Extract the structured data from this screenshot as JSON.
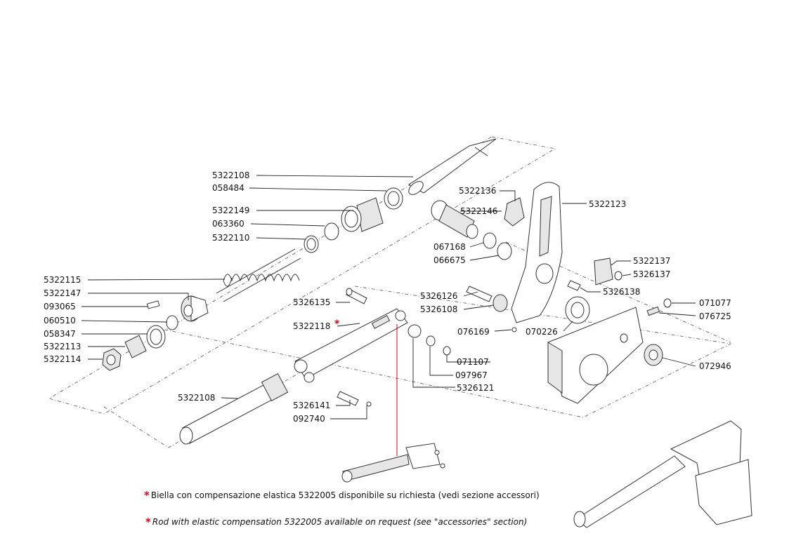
{
  "parts": {
    "p_5322108_top": "5322108",
    "p_058484": "058484",
    "p_5322149": "5322149",
    "p_063360": "063360",
    "p_5322110": "5322110",
    "p_5322115": "5322115",
    "p_5322147": "5322147",
    "p_093065": "093065",
    "p_060510": "060510",
    "p_058347": "058347",
    "p_5322113": "5322113",
    "p_5322114": "5322114",
    "p_5322108_bot": "5322108",
    "p_5326135": "5326135",
    "p_5322118": "5322118",
    "p_5326141": "5326141",
    "p_092740": "092740",
    "p_071107": "071107",
    "p_097967": "097967",
    "p_5326121": "5326121",
    "p_5322136": "5322136",
    "p_5322146": "5322146",
    "p_5322123": "5322123",
    "p_067168": "067168",
    "p_066675": "066675",
    "p_5322137": "5322137",
    "p_5326137": "5326137",
    "p_5326138": "5326138",
    "p_5326126": "5326126",
    "p_5326108": "5326108",
    "p_076169": "076169",
    "p_070226": "070226",
    "p_071077": "071077",
    "p_076725": "076725",
    "p_072946": "072946"
  },
  "asterisk": "*",
  "notes": {
    "italian": "Biella con compensazione elastica 5322005 disponibile su richiesta (vedi sezione accessori)",
    "english": "Rod with elastic compensation 5322005 available on request (see \"accessories\" section)"
  },
  "colors": {
    "asterisk": "#d0021b",
    "highlight_line": "#d0021b",
    "line": "#222222"
  }
}
